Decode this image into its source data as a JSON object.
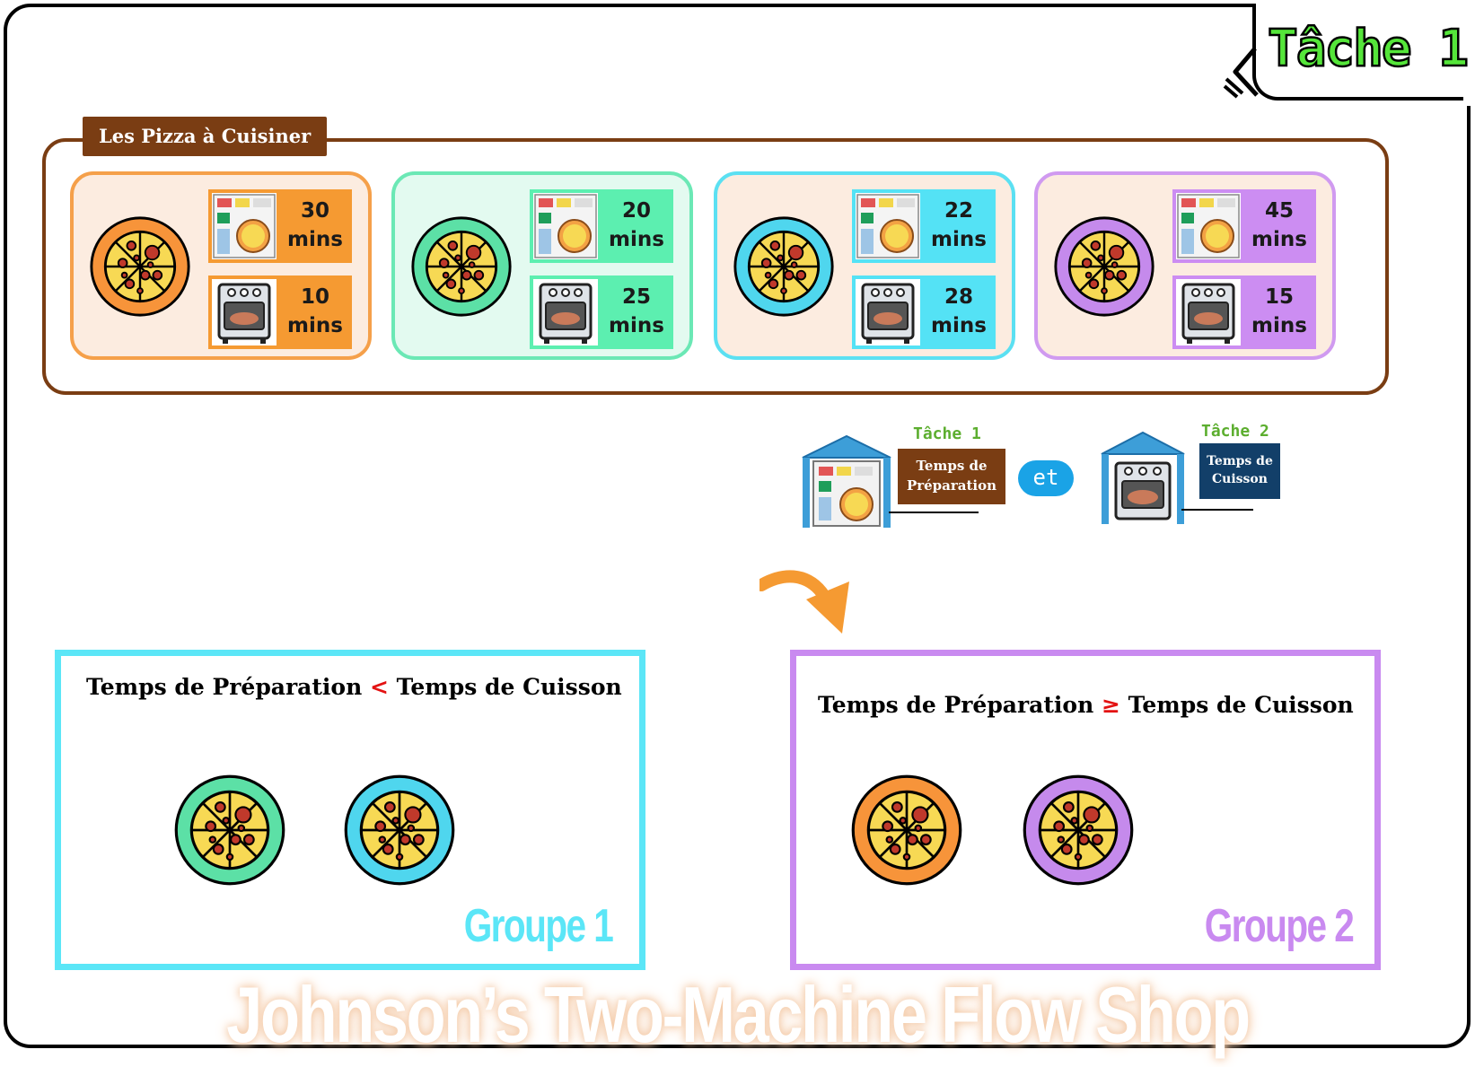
{
  "header": {
    "task_label": "Tâche 1"
  },
  "pizzas_section": {
    "title": "Les Pizza à Cuisiner",
    "cards": [
      {
        "color": "#f5a04a",
        "bg": "#fcece0",
        "tile": "#f59a32",
        "plate": "#f7943a",
        "prep": "30\nmins",
        "prep_value": "30",
        "cook_value": "10",
        "unit": "mins"
      },
      {
        "color": "#6be8b5",
        "bg": "#e3faf0",
        "tile": "#5cefb0",
        "plate": "#5ce0a6",
        "prep_value": "20",
        "cook_value": "25",
        "unit": "mins"
      },
      {
        "color": "#5be0f2",
        "bg": "#fcece0",
        "tile": "#54e2f5",
        "plate": "#4fd6ee",
        "prep_value": "22",
        "cook_value": "28",
        "unit": "mins"
      },
      {
        "color": "#d09af0",
        "bg": "#fcece0",
        "tile": "#cc8df2",
        "plate": "#c58aec",
        "prep_value": "45",
        "cook_value": "15",
        "unit": "mins"
      }
    ]
  },
  "legend": {
    "task1": {
      "label": "Tâche 1",
      "machine": "Temps de Préparation",
      "color": "#7a3d13"
    },
    "connector": "et",
    "task2": {
      "label": "Tâche 2",
      "machine": "Temps de Cuisson",
      "color": "#123f69"
    }
  },
  "groups": [
    {
      "rule_left": "Temps de Préparation",
      "operator": "<",
      "rule_right": "Temps de Cuisson",
      "name": "Groupe 1",
      "color": "#5be6f7",
      "pizzas": [
        "#5ce0a6",
        "#4fd6ee"
      ]
    },
    {
      "rule_left": "Temps de Préparation",
      "operator": "≥",
      "rule_right": "Temps de Cuisson",
      "name": "Groupe 2",
      "color": "#c98af0",
      "pizzas": [
        "#f7943a",
        "#c58aec"
      ]
    }
  ],
  "footer": {
    "watermark": "Johnson’s Two-Machine Flow Shop"
  },
  "colors": {
    "arrow": "#f59a32",
    "frame": "#000000",
    "pizza_body": "#f7d954",
    "topping": "#c0392b"
  }
}
